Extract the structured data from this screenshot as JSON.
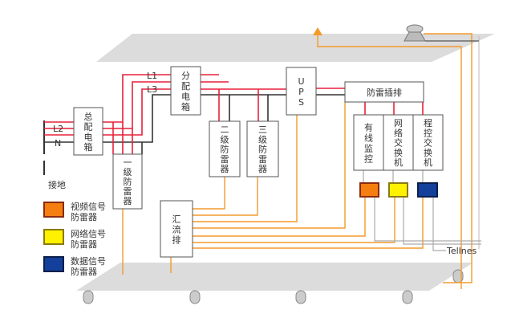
{
  "colors": {
    "phase": "#e8203a",
    "neutral": "#333333",
    "ground": "#f39a2b",
    "signal": "#aaaaaa",
    "plane": "#dcdcdc",
    "video_spd": "#f47f10",
    "network_spd": "#fff200",
    "data_spd": "#12409a"
  },
  "lines": {
    "L1": "L1",
    "L2": "L2",
    "L3": "L3",
    "N": "N"
  },
  "boxes": {
    "main_box": [
      "总",
      "配",
      "电",
      "箱"
    ],
    "dist_box": [
      "分",
      "配",
      "电",
      "箱"
    ],
    "spd1": [
      "一",
      "级",
      "防",
      "雷",
      "器"
    ],
    "spd2": [
      "二",
      "级",
      "防",
      "雷",
      "器"
    ],
    "spd3": [
      "三",
      "级",
      "防",
      "雷",
      "器"
    ],
    "ups": [
      "U",
      "P",
      "S"
    ],
    "strip": "防雷插排",
    "cctv": [
      "有",
      "线",
      "监",
      "控"
    ],
    "switch": [
      "网",
      "络",
      "交",
      "换",
      "机"
    ],
    "pbx": [
      "程",
      "控",
      "交",
      "换",
      "机"
    ],
    "busbar": [
      "汇",
      "流",
      "排"
    ]
  },
  "labels": {
    "ground": "接地",
    "tellnes": "Tellnes"
  },
  "legend": [
    {
      "l1": "视频信号",
      "l2": "防雷器",
      "color": "#f47f10",
      "border": "#8a2a10"
    },
    {
      "l1": "网络信号",
      "l2": "防雷器",
      "color": "#fff200",
      "border": "#8a7a10"
    },
    {
      "l1": "数据信号",
      "l2": "防雷器",
      "color": "#12409a",
      "border": "#0a1f4a"
    }
  ]
}
